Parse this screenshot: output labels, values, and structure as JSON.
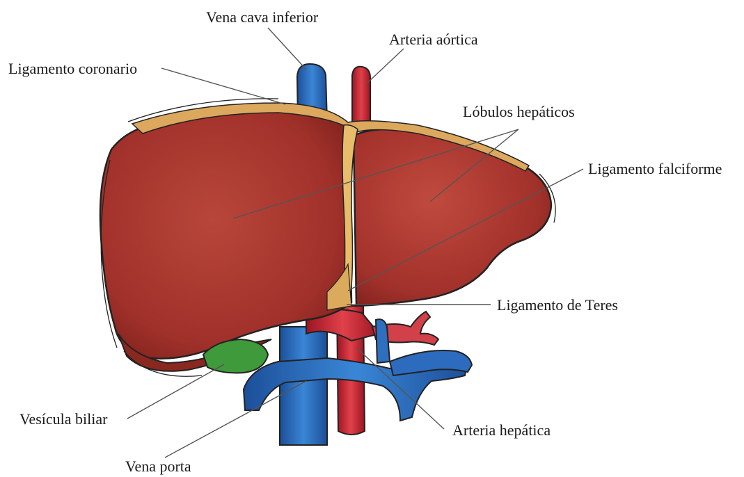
{
  "diagram": {
    "labels": {
      "vena_cava_inferior": "Vena cava inferior",
      "arteria_aortica": "Arteria aórtica",
      "ligamento_coronario": "Ligamento coronario",
      "lobulos_hepaticos": "Lóbulos hepáticos",
      "ligamento_falciforme": "Ligamento falciforme",
      "ligamento_de_teres": "Ligamento de Teres",
      "vesicula_biliar": "Vesícula biliar",
      "arteria_hepatica": "Arteria hepática",
      "vena_porta": "Vena porta"
    },
    "colors": {
      "liver": "#a8322a",
      "liver_dark": "#7e1f1a",
      "ligament": "#e0b060",
      "vein": "#2e6fc0",
      "artery": "#c8202e",
      "gallbladder": "#3e9a3a",
      "outline": "#222222"
    }
  }
}
